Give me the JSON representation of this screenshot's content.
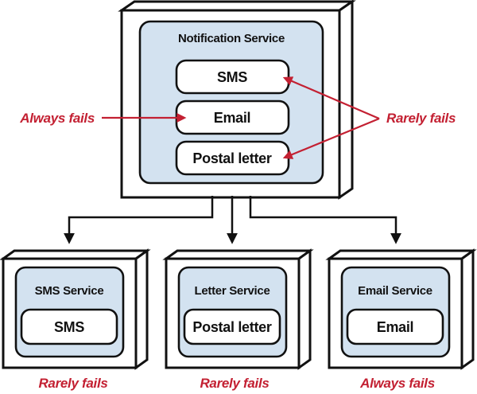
{
  "diagram": {
    "notification_service": {
      "title": "Notification Service",
      "channels": [
        "SMS",
        "Email",
        "Postal letter"
      ]
    },
    "annotations": {
      "always_fails": "Always fails",
      "rarely_fails": "Rarely fails"
    },
    "services": [
      {
        "title": "SMS Service",
        "channel": "SMS",
        "status": "Rarely fails"
      },
      {
        "title": "Letter Service",
        "channel": "Postal letter",
        "status": "Rarely fails"
      },
      {
        "title": "Email Service",
        "channel": "Email",
        "status": "Always fails"
      }
    ],
    "colors": {
      "panel_blue": "#d3e2f0",
      "annotation_red": "#c32032",
      "line_black": "#111111"
    }
  }
}
